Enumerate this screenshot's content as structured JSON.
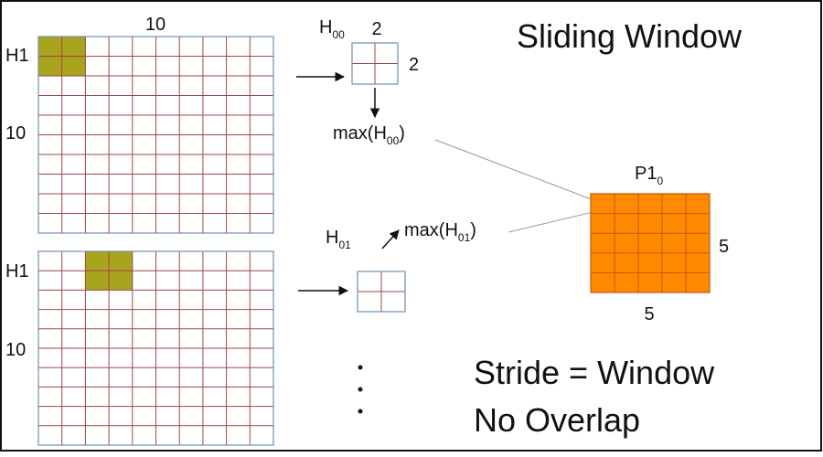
{
  "title": "Sliding Window",
  "input_grids": [
    {
      "label": "H1",
      "size_top": "10",
      "size_side": "10",
      "rows": 10,
      "cols": 10,
      "highlight": {
        "row": 0,
        "col": 0,
        "rows": 2,
        "cols": 2
      }
    },
    {
      "label": "H1",
      "size_top": "",
      "size_side": "10",
      "rows": 10,
      "cols": 10,
      "highlight": {
        "row": 0,
        "col": 2,
        "rows": 2,
        "cols": 2
      }
    }
  ],
  "windows": [
    {
      "name": "H",
      "sub": "00",
      "width_label": "2",
      "height_label": "2",
      "max_prefix": "max(H",
      "max_sub": "00",
      "max_suffix": ")"
    },
    {
      "name": "H",
      "sub": "01",
      "width_label": "",
      "height_label": "",
      "max_prefix": "max(H",
      "max_sub": "01",
      "max_suffix": ")"
    }
  ],
  "output": {
    "name": "P1",
    "sub": "0",
    "rows": 5,
    "cols": 5,
    "width_label": "5",
    "height_label": "5"
  },
  "ellipsis": ".\n.\n.",
  "note_line1": "Stride = Window",
  "note_line2": "No Overlap",
  "colors": {
    "grid_line": "#a0464a",
    "grid_border": "#6f8fb0",
    "highlight": "#a9a41d",
    "output_fill": "#ff8a00",
    "output_line": "#c05a00",
    "arrow": "#111111",
    "connector": "#9a9a9a",
    "frame": "#111111"
  }
}
